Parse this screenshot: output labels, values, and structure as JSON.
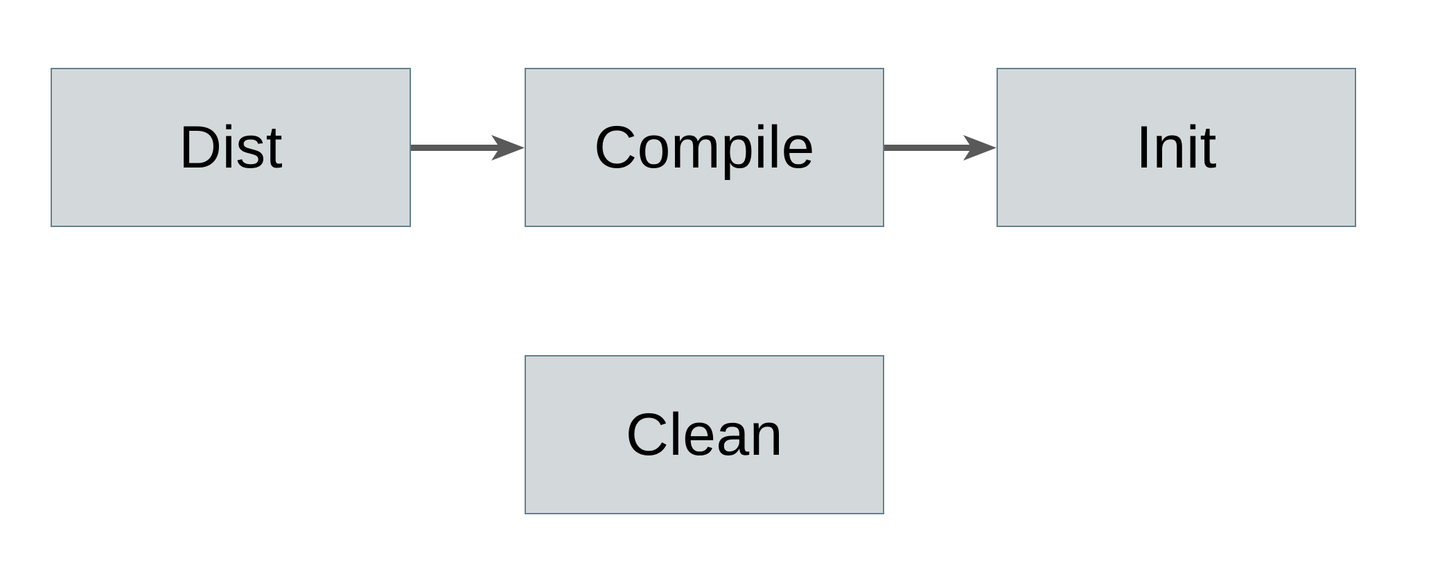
{
  "diagram": {
    "nodes": [
      {
        "id": "dist",
        "label": "Dist"
      },
      {
        "id": "compile",
        "label": "Compile"
      },
      {
        "id": "init",
        "label": "Init"
      },
      {
        "id": "clean",
        "label": "Clean"
      }
    ],
    "edges": [
      {
        "from": "Dist",
        "to": "Compile",
        "direction": "right"
      },
      {
        "from": "Compile",
        "to": "Init",
        "direction": "right"
      }
    ],
    "colors": {
      "background": "#ffffff",
      "node_fill": "#d3d9db",
      "node_border": "#64808e",
      "arrow": "#595959",
      "text": "#000000"
    }
  }
}
